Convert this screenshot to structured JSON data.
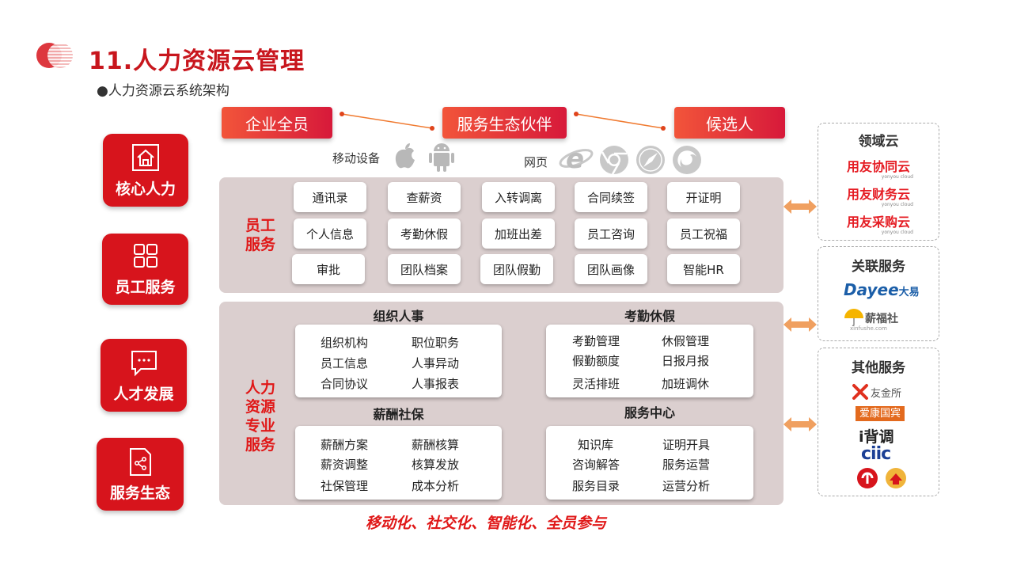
{
  "header": {
    "title": "11.人力资源云管理",
    "subtitle": "●人力资源云系统架构"
  },
  "nav": [
    {
      "label": "核心人力",
      "icon": "home-icon"
    },
    {
      "label": "员工服务",
      "icon": "grid-icon"
    },
    {
      "label": "人才发展",
      "icon": "chat-icon"
    },
    {
      "label": "服务生态",
      "icon": "share-document-icon"
    }
  ],
  "top_roles": [
    "企业全员",
    "服务生态伙伴",
    "候选人"
  ],
  "devices": {
    "mobile_label": "移动设备",
    "web_label": "网页",
    "mobile_icons": [
      "apple-icon",
      "android-icon"
    ],
    "web_icons": [
      "ie-icon",
      "chrome-icon",
      "safari-icon",
      "firefox-icon"
    ]
  },
  "employee_service": {
    "title_line1": "员工",
    "title_line2": "服务",
    "rows": [
      [
        "通讯录",
        "查薪资",
        "入转调离",
        "合同续签",
        "开证明"
      ],
      [
        "个人信息",
        "考勤休假",
        "加班出差",
        "员工咨询",
        "员工祝福"
      ],
      [
        "审批",
        "团队档案",
        "团队假勤",
        "团队画像",
        "智能HR"
      ]
    ]
  },
  "hr_professional": {
    "title_lines": [
      "人力",
      "资源",
      "专业",
      "服务"
    ],
    "groups": [
      {
        "title": "组织人事",
        "items": [
          "组织机构",
          "职位职务",
          "员工信息",
          "人事异动",
          "合同协议",
          "人事报表"
        ]
      },
      {
        "title": "考勤休假",
        "items": [
          "考勤管理",
          "休假管理",
          "假勤额度",
          "日报月报",
          "灵活排班",
          "加班调休"
        ]
      },
      {
        "title": "薪酬社保",
        "items": [
          "薪酬方案",
          "薪酬核算",
          "薪资调整",
          "核算发放",
          "社保管理",
          "成本分析"
        ]
      },
      {
        "title": "服务中心",
        "items": [
          "知识库",
          "证明开具",
          "咨询解答",
          "服务运营",
          "服务目录",
          "运营分析"
        ]
      }
    ]
  },
  "slogan": "移动化、社交化、智能化、全员参与",
  "right": {
    "domain_cloud": {
      "title": "领域云",
      "logos": [
        {
          "name": "用友协同云",
          "sub": "yonyou cloud"
        },
        {
          "name": "用友财务云",
          "sub": "yonyou cloud"
        },
        {
          "name": "用友采购云",
          "sub": "yonyou cloud"
        }
      ]
    },
    "related": {
      "title": "关联服务",
      "dayee": "Dayee",
      "dayee_cn": "大易",
      "xinfushe": "薪福社",
      "xinfushe_sub": "xinfushe.com"
    },
    "other": {
      "title": "其他服务",
      "youjinsuo": "友金所",
      "aikang": "爱康国宾",
      "ibeidiao": "i背调",
      "ciic": "ciic"
    }
  },
  "colors": {
    "brand_red": "#d7141c",
    "panel": "#dbcfcf",
    "arrow": "#f0a060"
  }
}
